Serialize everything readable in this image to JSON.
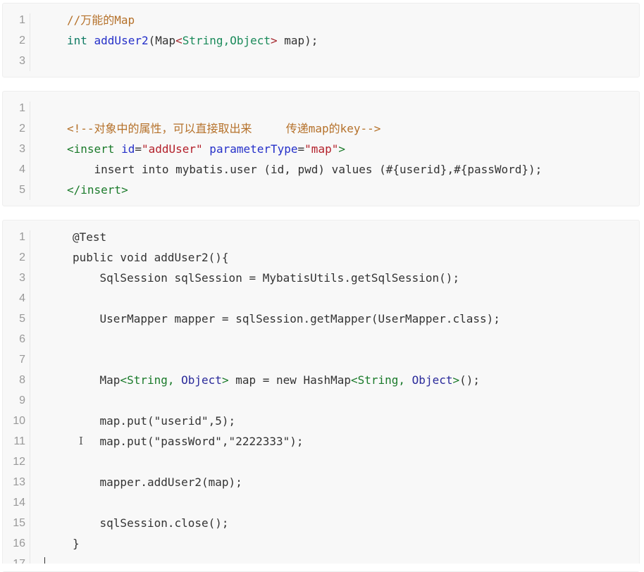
{
  "blocks": [
    {
      "language": "java",
      "lines": [
        {
          "n": "1",
          "tokens": [
            {
              "t": "//万能的Map",
              "c": "tok-comment"
            }
          ]
        },
        {
          "n": "2",
          "tokens": [
            {
              "t": "int ",
              "c": "tok-keyword"
            },
            {
              "t": "addUser2",
              "c": "tok-func"
            },
            {
              "t": "(Map",
              "c": "tok-plain"
            },
            {
              "t": "<",
              "c": "tok-generic-bracket"
            },
            {
              "t": "String,Object",
              "c": "tok-type"
            },
            {
              "t": ">",
              "c": "tok-generic-bracket"
            },
            {
              "t": " map);",
              "c": "tok-plain"
            }
          ]
        },
        {
          "n": "3",
          "tokens": []
        }
      ]
    },
    {
      "language": "xml",
      "lines": [
        {
          "n": "1",
          "tokens": []
        },
        {
          "n": "2",
          "tokens": [
            {
              "t": "<!--对象中的属性，可以直接取出来     传递map的key-->",
              "c": "tok-comment"
            }
          ]
        },
        {
          "n": "3",
          "tokens": [
            {
              "t": "<insert ",
              "c": "tok-tag"
            },
            {
              "t": "id",
              "c": "tok-attr"
            },
            {
              "t": "=",
              "c": "tok-plain"
            },
            {
              "t": "\"addUser\"",
              "c": "tok-string"
            },
            {
              "t": " parameterType",
              "c": "tok-attr"
            },
            {
              "t": "=",
              "c": "tok-plain"
            },
            {
              "t": "\"map\"",
              "c": "tok-string"
            },
            {
              "t": ">",
              "c": "tok-tag"
            }
          ]
        },
        {
          "n": "4",
          "tokens": [
            {
              "t": "    insert into mybatis.user (id, pwd) values (#{userid},#{passWord});",
              "c": "tok-plain"
            }
          ]
        },
        {
          "n": "5",
          "tokens": [
            {
              "t": "</insert>",
              "c": "tok-tag"
            }
          ]
        }
      ]
    },
    {
      "language": "java",
      "lines": [
        {
          "n": "1",
          "tokens": [
            {
              "t": "@Test",
              "c": "tok-plain"
            }
          ]
        },
        {
          "n": "2",
          "tokens": [
            {
              "t": "public void addUser2(){",
              "c": "tok-plain"
            }
          ]
        },
        {
          "n": "3",
          "tokens": [
            {
              "t": "    SqlSession sqlSession = MybatisUtils.getSqlSession();",
              "c": "tok-plain"
            }
          ]
        },
        {
          "n": "4",
          "tokens": []
        },
        {
          "n": "5",
          "tokens": [
            {
              "t": "    UserMapper mapper = sqlSession.getMapper(UserMapper.class);",
              "c": "tok-plain"
            }
          ]
        },
        {
          "n": "6",
          "tokens": []
        },
        {
          "n": "7",
          "tokens": []
        },
        {
          "n": "8",
          "tokens": [
            {
              "t": "    Map",
              "c": "tok-plain"
            },
            {
              "t": "<String, ",
              "c": "tok-tag"
            },
            {
              "t": "Object",
              "c": "tok-obj"
            },
            {
              "t": ">",
              "c": "tok-tag"
            },
            {
              "t": " map = new HashMap",
              "c": "tok-plain"
            },
            {
              "t": "<String, ",
              "c": "tok-tag"
            },
            {
              "t": "Object",
              "c": "tok-obj"
            },
            {
              "t": ">",
              "c": "tok-tag"
            },
            {
              "t": "();",
              "c": "tok-plain"
            }
          ]
        },
        {
          "n": "9",
          "tokens": []
        },
        {
          "n": "10",
          "tokens": [
            {
              "t": "    map.put(\"userid\",5);",
              "c": "tok-plain"
            }
          ]
        },
        {
          "n": "11",
          "tokens": [
            {
              "t": "    map.put(\"passWord\",\"2222333\");",
              "c": "tok-plain"
            }
          ]
        },
        {
          "n": "12",
          "tokens": []
        },
        {
          "n": "13",
          "tokens": [
            {
              "t": "    mapper.addUser2(map);",
              "c": "tok-plain"
            }
          ]
        },
        {
          "n": "14",
          "tokens": []
        },
        {
          "n": "15",
          "tokens": [
            {
              "t": "    sqlSession.close();",
              "c": "tok-plain"
            }
          ]
        },
        {
          "n": "16",
          "tokens": [
            {
              "t": "}",
              "c": "tok-plain"
            }
          ]
        },
        {
          "n": "17",
          "tokens": []
        }
      ]
    }
  ],
  "cursor": {
    "ibeam_glyph": "I",
    "ibeam_line": "11",
    "text_caret_line": "17"
  }
}
